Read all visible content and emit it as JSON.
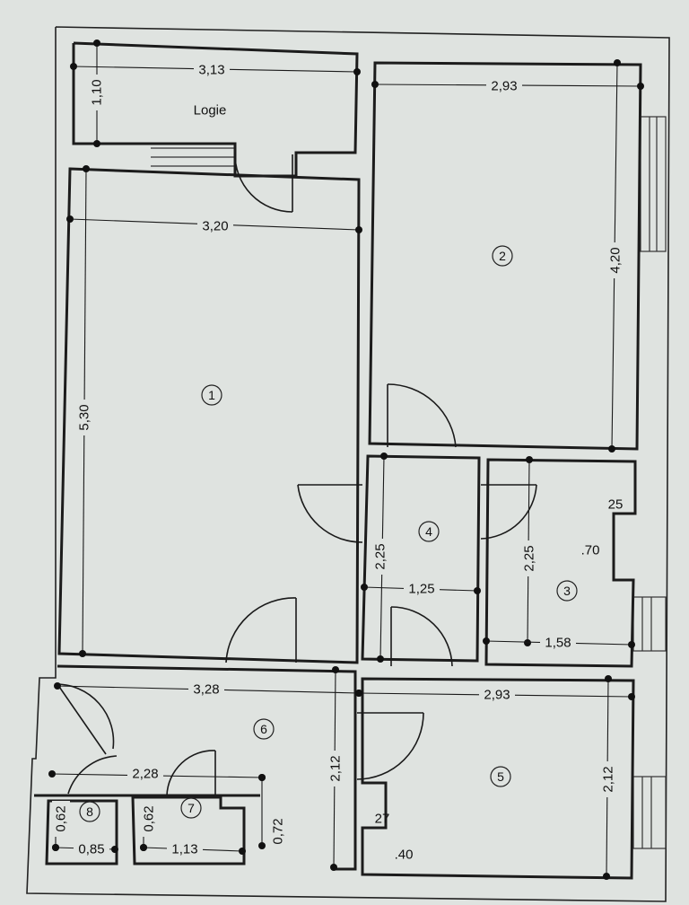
{
  "logie_label": "Logie",
  "dimensions": [
    {
      "id": "logie-width",
      "text": "3,13"
    },
    {
      "id": "logie-depth",
      "text": "1,10"
    },
    {
      "id": "room1-width",
      "text": "3,20"
    },
    {
      "id": "room1-length",
      "text": "5,30"
    },
    {
      "id": "room2-width",
      "text": "2,93"
    },
    {
      "id": "room2-length",
      "text": "4,20"
    },
    {
      "id": "room3-length",
      "text": "2,25"
    },
    {
      "id": "room3-width",
      "text": "1,58"
    },
    {
      "id": "room3-notch-a",
      "text": "25"
    },
    {
      "id": "room3-notch-b",
      "text": ".70"
    },
    {
      "id": "room4-length",
      "text": "2,25"
    },
    {
      "id": "room4-width",
      "text": "1,25"
    },
    {
      "id": "hall-width",
      "text": "3,28"
    },
    {
      "id": "hall-depth",
      "text": "2,12"
    },
    {
      "id": "room5-width",
      "text": "2,93"
    },
    {
      "id": "room5-depth",
      "text": "2,12"
    },
    {
      "id": "room5-notch-a",
      "text": "27"
    },
    {
      "id": "room5-notch-b",
      "text": ".40"
    },
    {
      "id": "closets-width",
      "text": "2,28"
    },
    {
      "id": "closets-depth",
      "text": "0,72"
    },
    {
      "id": "room7-depth",
      "text": "0,62"
    },
    {
      "id": "room7-width",
      "text": "1,13"
    },
    {
      "id": "room8-depth",
      "text": "0,62"
    },
    {
      "id": "room8-width",
      "text": "0,85"
    }
  ],
  "room_numbers": [
    "1",
    "2",
    "3",
    "4",
    "5",
    "6",
    "7",
    "8"
  ]
}
